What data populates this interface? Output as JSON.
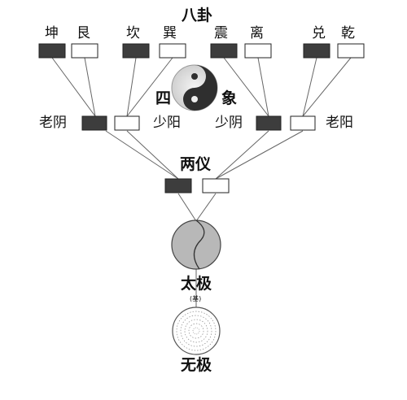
{
  "title": "八卦",
  "trigrams": {
    "kun": "坤",
    "gen": "艮",
    "kan": "坎",
    "xun": "巽",
    "zhen": "震",
    "li": "离",
    "dui": "兑",
    "qian": "乾"
  },
  "sixiang": {
    "si": "四",
    "xiang": "象",
    "old_yin": "老阴",
    "young_yang": "少阳",
    "young_yin": "少阴",
    "old_yang": "老阳"
  },
  "liangyi": "两仪",
  "taiji": "太极",
  "taiji_note": "(基)",
  "wuji": "无极",
  "colors": {
    "yin": "#3d3d3d",
    "yang": "#ffffff",
    "line": "#666666",
    "gray": "#bbbbbb"
  }
}
